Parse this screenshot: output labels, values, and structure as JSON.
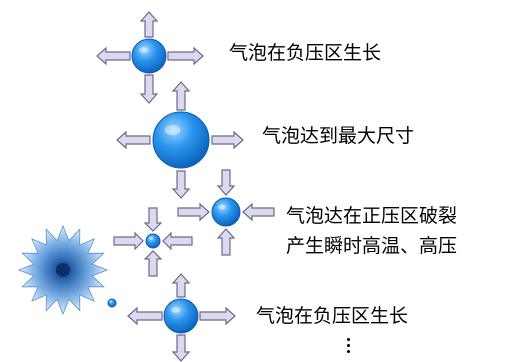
{
  "labels": {
    "stage1": "气泡在负压区生长",
    "stage2": "气泡达到最大尺寸",
    "stage3_line1": "气泡达在正压区破裂",
    "stage3_line2": "产生瞬时高温、高压",
    "stage4": "气泡在负压区生长"
  },
  "colors": {
    "bubble": "#1e8fe6",
    "arrow_fill": "#dcd8ee",
    "arrow_stroke": "#6d6a8c",
    "burst": "#4f86c6"
  },
  "icons": {
    "bubble": "blue-sphere",
    "arrow": "block-arrow",
    "burst": "starburst",
    "continuation": "vertical-ellipsis"
  }
}
